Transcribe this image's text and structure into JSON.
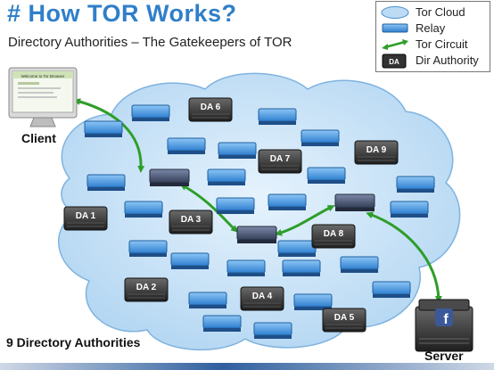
{
  "header": {
    "title": "# How TOR Works?",
    "subtitle": "Directory Authorities – The Gatekeepers of TOR"
  },
  "legend": {
    "items": [
      {
        "label": "Tor Cloud",
        "icon": "cloud-icon"
      },
      {
        "label": "Relay",
        "icon": "relay-icon"
      },
      {
        "label": "Tor Circuit",
        "icon": "double-arrow-icon"
      },
      {
        "label": "Dir Authority",
        "icon": "dir-authority-icon",
        "badge": "DA"
      }
    ]
  },
  "labels": {
    "client": "Client",
    "server": "Server",
    "count": "9 Directory Authorities"
  },
  "client_screen_text": "Welcome to Tor Browser",
  "dir_authorities": [
    "DA 1",
    "DA 2",
    "DA 3",
    "DA 4",
    "DA 5",
    "DA 6",
    "DA 7",
    "DA 8",
    "DA 9"
  ],
  "colors": {
    "cloud": "#bcdcf5",
    "relay": "#4a9be3",
    "circuit_relay": "#4b5875",
    "dir_authority": "#3a3a3a",
    "circuit_arrow": "#2e9e2a",
    "title": "#2f7fc9"
  }
}
